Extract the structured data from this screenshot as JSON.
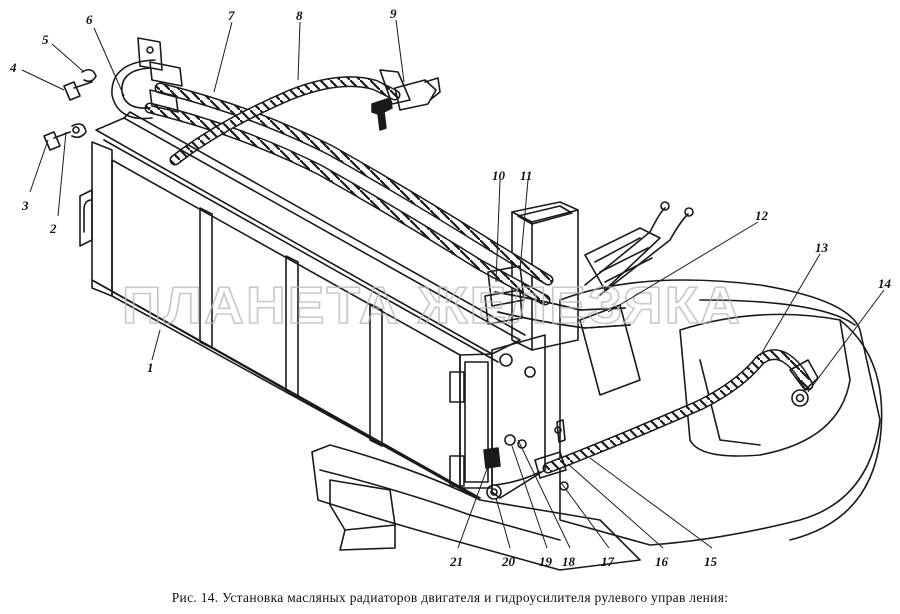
{
  "figure": {
    "caption": "Рис. 14. Установка масляных радиаторов двигателя и гидроусилителя рулевого управ ления:",
    "watermark": "ПЛАНЕТА ЖЕЛЕЗЯКА"
  },
  "callouts": [
    "1",
    "2",
    "3",
    "4",
    "5",
    "6",
    "7",
    "8",
    "9",
    "10",
    "11",
    "12",
    "13",
    "14",
    "15",
    "16",
    "17",
    "18",
    "19",
    "20",
    "21"
  ]
}
